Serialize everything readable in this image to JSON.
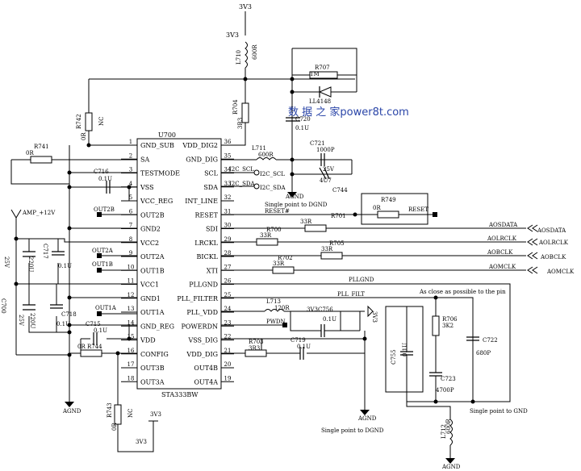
{
  "ic": {
    "ref": "U700",
    "part": "STA333BW",
    "left_pins": [
      {
        "n": "1",
        "name": "GND_SUB"
      },
      {
        "n": "2",
        "name": "SA"
      },
      {
        "n": "3",
        "name": "TESTMODE"
      },
      {
        "n": "4",
        "name": "VSS"
      },
      {
        "n": "5",
        "name": "VCC_REG"
      },
      {
        "n": "6",
        "name": "OUT2B"
      },
      {
        "n": "7",
        "name": "GND2"
      },
      {
        "n": "8",
        "name": "VCC2"
      },
      {
        "n": "9",
        "name": "OUT2A"
      },
      {
        "n": "10",
        "name": "OUT1B"
      },
      {
        "n": "11",
        "name": "VCC1"
      },
      {
        "n": "12",
        "name": "GND1"
      },
      {
        "n": "13",
        "name": "OUT1A"
      },
      {
        "n": "14",
        "name": "GND_REG"
      },
      {
        "n": "15",
        "name": "VDD"
      },
      {
        "n": "16",
        "name": "CONFIG"
      },
      {
        "n": "17",
        "name": "OUT3B"
      },
      {
        "n": "18",
        "name": "OUT3A"
      }
    ],
    "right_pins": [
      {
        "n": "36",
        "name": "VDD_DIG2"
      },
      {
        "n": "35",
        "name": "GND_DIG"
      },
      {
        "n": "34",
        "name": "SCL"
      },
      {
        "n": "33",
        "name": "SDA"
      },
      {
        "n": "32",
        "name": "INT_LINE"
      },
      {
        "n": "31",
        "name": "RESET"
      },
      {
        "n": "30",
        "name": "SDI"
      },
      {
        "n": "29",
        "name": "LRCKL"
      },
      {
        "n": "28",
        "name": "BICKL"
      },
      {
        "n": "27",
        "name": "XTI"
      },
      {
        "n": "26",
        "name": "PLLGND"
      },
      {
        "n": "25",
        "name": "PLL_FILTER"
      },
      {
        "n": "24",
        "name": "PLL_VDD"
      },
      {
        "n": "23",
        "name": "POWERDN"
      },
      {
        "n": "22",
        "name": "VSS_DIG"
      },
      {
        "n": "21",
        "name": "VDD_DIG"
      },
      {
        "n": "20",
        "name": "OUT4B"
      },
      {
        "n": "19",
        "name": "OUT4A"
      }
    ]
  },
  "labels": {
    "v3v3_top": "3V3",
    "v3v3_a": "3V3",
    "v3v3_b": "3V3",
    "v3v3_c": "3V3",
    "v3v3_d": "3V3",
    "v3v3_e": "3V3",
    "amp": "AMP_+12V",
    "agnd_a": "AGND",
    "agnd_b": "AGND",
    "agnd_c": "AGND",
    "agnd_d": "AGND",
    "out2b": "OUT2B",
    "out2a": "OUT2A",
    "out1b": "OUT1B",
    "out1a": "OUT1A",
    "i2c_scl": "I2C_SCL",
    "i2c_sda": "I2C_SDA",
    "i2c_scl2": "I2C_SCL",
    "i2c_sda2": "I2C_SDA",
    "reset_n": "RESET#",
    "reset": "RESET",
    "pllgnd": "PLLGND",
    "pll_filt": "PLL_FILT",
    "pwdn": "PWDN",
    "aosdata": "AOSDATA",
    "aolrclk": "AOLRCLK",
    "aobclk": "AOBCLK",
    "aomclk": "AOMCLK",
    "aosdata2": "AOSDATA",
    "aolrclk2": "AOLRCLK",
    "aobclk2": "AOBCLK",
    "aomclk2": "AOMCLK",
    "note_dgnd1": "Single point to DGND",
    "note_dgnd2": "Single point to DGND",
    "note_gnd": "Single point to GND",
    "note_close": "As close as possible to the pin",
    "watermark": "数 据 之 家power8t.com"
  },
  "parts": {
    "r741": "R741",
    "r741v": "0R",
    "r742": "R742",
    "r742v": "0R",
    "r742nc": "NC",
    "r743": "R743",
    "r743v": "0R",
    "r743nc": "NC",
    "r744": "0R R744",
    "r704": "R704",
    "r704v": "3R3",
    "r707": "R707",
    "r707v": "1M",
    "r749": "R749",
    "r749v": "0R",
    "r701": "R701",
    "r701v": "33R",
    "r700": "R700",
    "r700v": "33R",
    "r705": "R705",
    "r705v": "33R",
    "r702": "R702",
    "r702v": "33R",
    "r703": "R703",
    "r703v": "3R3",
    "r706": "R706",
    "r706v": "3K2",
    "l710": "L710",
    "l710v": "600R",
    "l711": "L711",
    "l711v": "600R",
    "l712": "L712",
    "l712v": "600R",
    "l713": "L713",
    "l713v": "120R",
    "c716": "C716",
    "c716v": "0.1U",
    "c717": "C717",
    "c717v": "0.1U",
    "c718": "C718",
    "c718v": "0.1U",
    "c715": "C715",
    "c715v": "0.1U",
    "c700": "C700",
    "c700v": "25V",
    "c700c": "220U",
    "c7xx": "25V",
    "c7xxc": "220U",
    "c721": "C721",
    "c721v": "1000P",
    "c744": "C744",
    "c744v": "4U7",
    "c744r": "25V",
    "c756": "C756",
    "c756v": "0.1U",
    "c719": "C719",
    "c719v": "0.1U",
    "c755": "C755",
    "c755v": "0.1U",
    "c722": "C722",
    "c722v": "680P",
    "c723": "C723",
    "c723v": "4700P",
    "cx": "0.1U",
    "d_ll": "LL4148",
    "c720": "C720",
    "c720v": "0.1U"
  }
}
